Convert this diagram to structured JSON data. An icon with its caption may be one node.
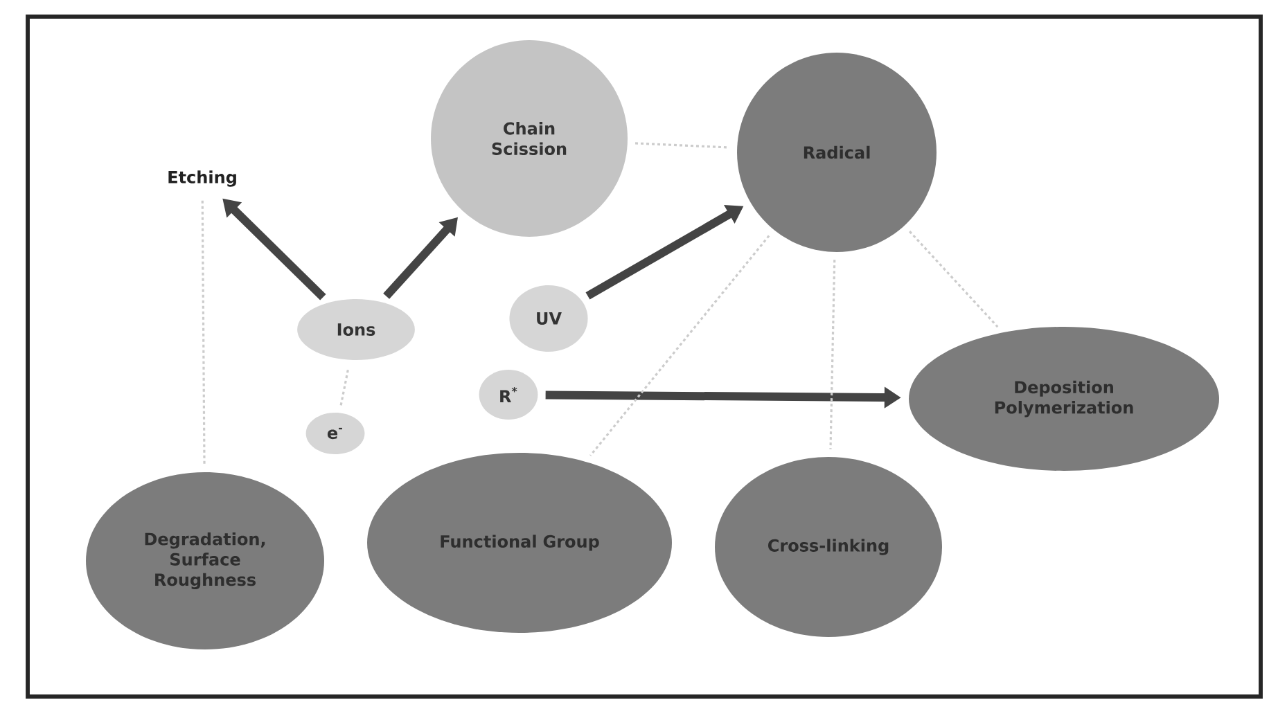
{
  "diagram": {
    "nodes": [
      {
        "text": [
          "Etching"
        ]
      },
      {
        "text": [
          "Chain Scission"
        ]
      },
      {
        "text": [
          "Radical"
        ]
      },
      {
        "text": [
          "Ions"
        ]
      },
      {
        "text": [
          "UV"
        ]
      },
      {
        "text": [
          "R$^{*}$"
        ]
      },
      {
        "text": [
          "Deposition Polymerization"
        ]
      },
      {
        "text": [
          "e$^{-}$"
        ]
      },
      {
        "text": [
          "Degradation, Surface Roughness"
        ]
      },
      {
        "text": [
          "Functional Group"
        ]
      },
      {
        "text": [
          "Cross-linking"
        ]
      }
    ],
    "edges": [
      {
        "from": 3,
        "to": 0,
        "arrow": "to",
        "style": "thick",
        "color": "#444444"
      },
      {
        "from": 3,
        "to": 1,
        "arrow": "to",
        "style": "thick",
        "color": "#444444"
      },
      {
        "from": 4,
        "to": 2,
        "arrow": "to",
        "style": "thick",
        "color": "#444444"
      },
      {
        "from": 5,
        "to": 6,
        "arrow": "to",
        "style": "thick",
        "color": "#444444"
      },
      {
        "from": 1,
        "to": 2,
        "arrow": "none",
        "style": "dashed",
        "color": "#cccccc"
      },
      {
        "from": 2,
        "to": 6,
        "arrow": "none",
        "style": "dashed",
        "color": "#cccccc"
      },
      {
        "from": 2,
        "to": 10,
        "arrow": "none",
        "style": "dashed",
        "color": "#cccccc"
      },
      {
        "from": 2,
        "to": 9,
        "arrow": "none",
        "style": "dashed",
        "color": "#cccccc"
      },
      {
        "from": 0,
        "to": 8,
        "arrow": "none",
        "style": "dashed",
        "color": "#cccccc"
      },
      {
        "from": 7,
        "to": 3,
        "arrow": "none",
        "style": "dashed",
        "color": "#cccccc"
      }
    ]
  }
}
